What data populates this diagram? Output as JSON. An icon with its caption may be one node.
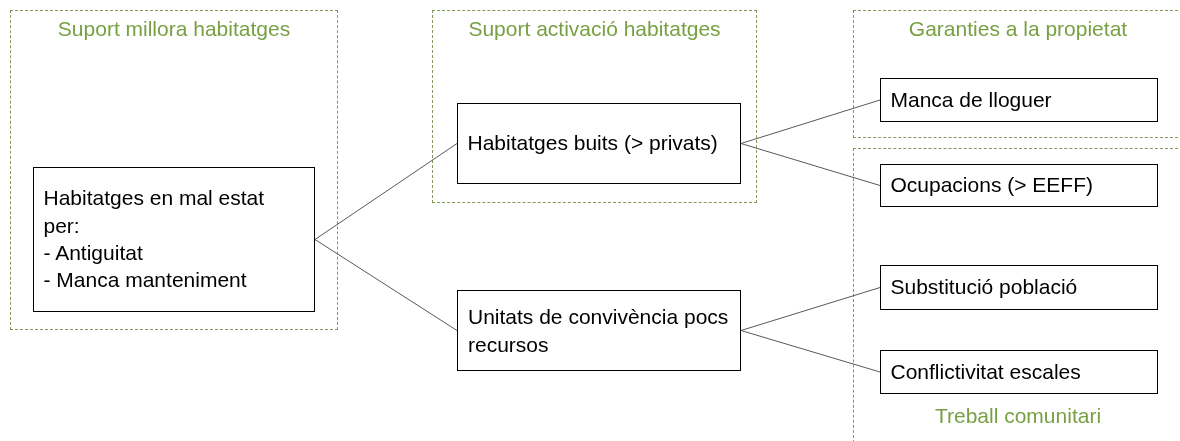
{
  "diagram": {
    "nodes": [
      {
        "text": [
          "Suport millora habitatges"
        ]
      },
      {
        "text": [
          "Habitatges en mal estat per:",
          "- Antiguitat",
          "- Manca manteniment"
        ],
        "in": 0
      },
      {
        "text": [
          "Suport activació habitatges"
        ]
      },
      {
        "text": [
          "Habitatges buits (> privats)"
        ],
        "in": 2
      },
      {
        "text": [
          "Unitats de convivència pocs recursos"
        ]
      },
      {
        "text": [
          "Garanties a la propietat"
        ]
      },
      {
        "text": [
          "Manca de lloguer"
        ],
        "in": 5
      },
      {
        "text": [
          "Treball comunitari"
        ]
      },
      {
        "text": [
          "Ocupacions (> EEFF)"
        ],
        "in": 7
      },
      {
        "text": [
          "Substitució població"
        ],
        "in": 7
      },
      {
        "text": [
          "Conflictivitat escales"
        ],
        "in": 7
      }
    ],
    "edges": [
      {
        "from": 1,
        "to": 3,
        "arrow": "none"
      },
      {
        "from": 1,
        "to": 4,
        "arrow": "none"
      },
      {
        "from": 3,
        "to": 6,
        "arrow": "none"
      },
      {
        "from": 3,
        "to": 8,
        "arrow": "none"
      },
      {
        "from": 4,
        "to": 9,
        "arrow": "none"
      },
      {
        "from": 4,
        "to": 10,
        "arrow": "none"
      }
    ]
  }
}
